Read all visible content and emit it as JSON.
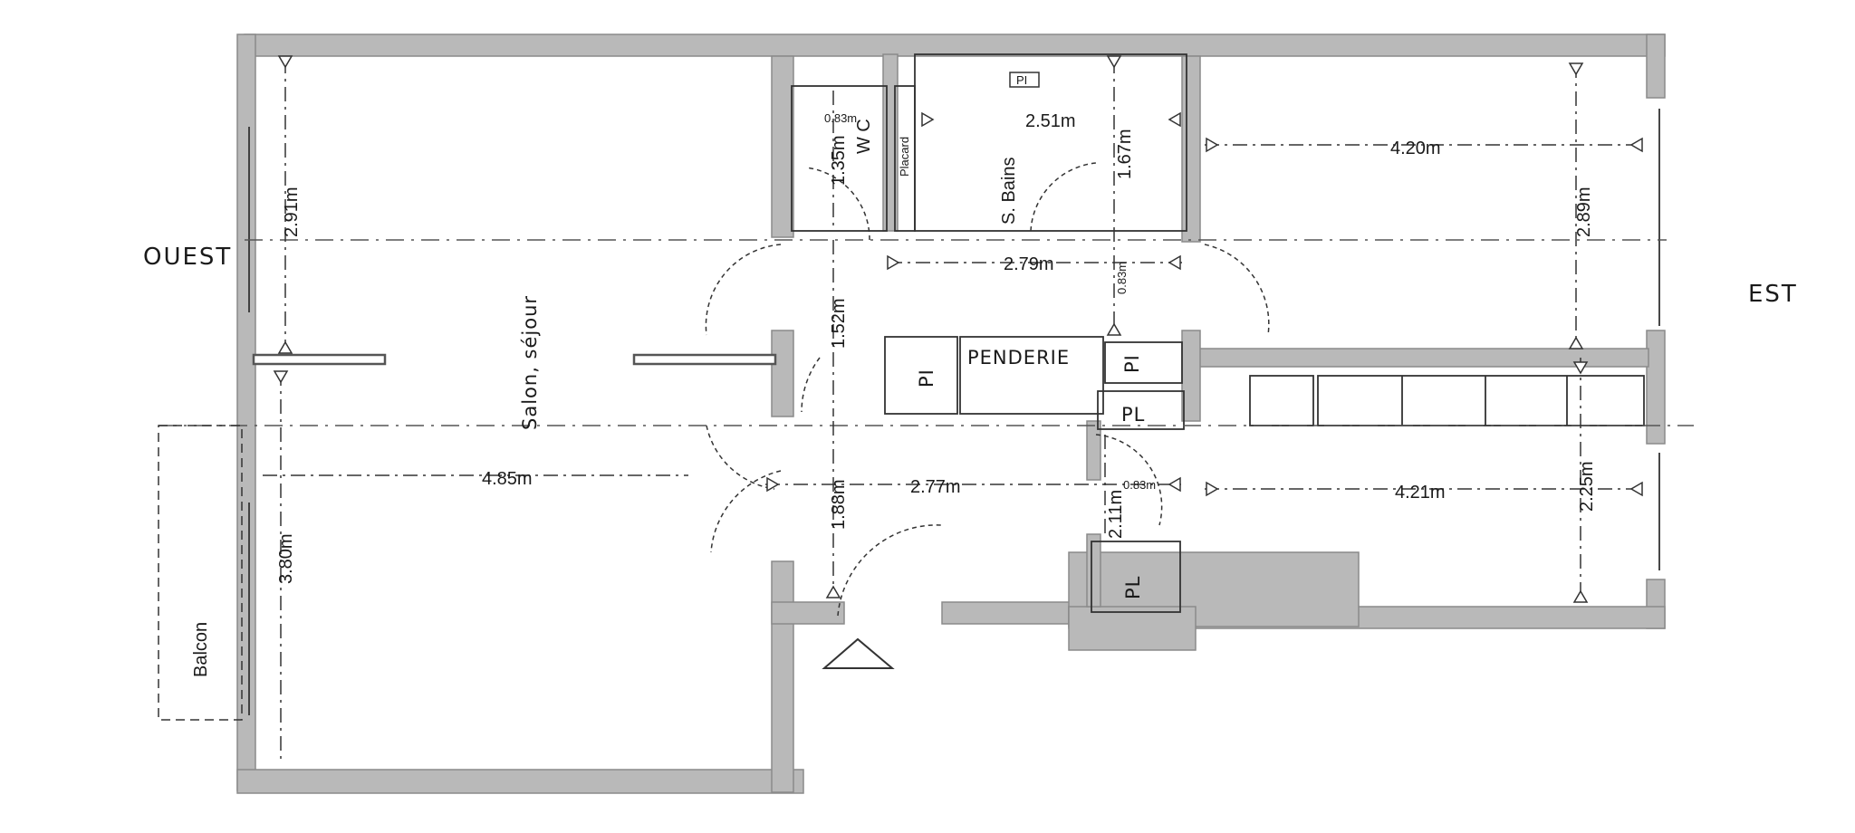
{
  "orientation": {
    "west": "OUEST",
    "east": "EST"
  },
  "rooms": {
    "living": "Salon, séjour",
    "balcony": "Balcon",
    "wc": "W C",
    "closet": "Placard",
    "bathroom": "S. Bains",
    "wardrobe": "PENDERIE",
    "cupboard_1": "PI",
    "cupboard_2": "PI",
    "cupboard_3": "PL",
    "cupboard_4": "PL",
    "cupboard_5": "PI"
  },
  "dimensions": {
    "bedroom1_width": "4.20m",
    "bedroom1_depth": "2.89m",
    "bedroom2_width": "4.21m",
    "bedroom2_depth": "2.25m",
    "living_width": "4.85m",
    "living_upper_depth": "2.91m",
    "living_lower_depth": "3.80m",
    "bath_width": "2.51m",
    "bath_depth": "1.67m",
    "wc_depth": "1.35m",
    "wc_width": "0.83m",
    "corridor_upper": "2.79m",
    "corridor_upper_small": "0.83m",
    "corridor_lower": "2.77m",
    "hall_depth": "1.52m",
    "entry_depth": "1.88m",
    "passage_depth": "2.11m",
    "passage_width": "0.83m"
  }
}
